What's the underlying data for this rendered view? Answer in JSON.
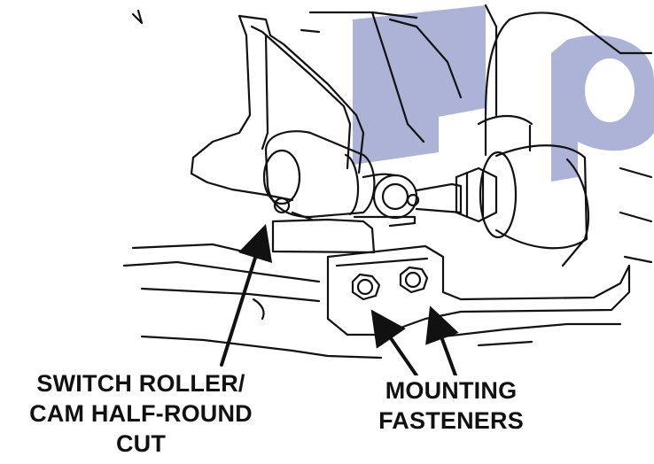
{
  "colors": {
    "line": "#111111",
    "watermark": "#9ea6cf",
    "background": "#ffffff"
  },
  "callouts": {
    "switch_roller": {
      "line1": "SWITCH ROLLER/",
      "line2": "CAM HALF-ROUND",
      "line3": "CUT"
    },
    "mounting_fasteners": {
      "line1": "MOUNTING",
      "line2": "FASTENERS"
    }
  }
}
